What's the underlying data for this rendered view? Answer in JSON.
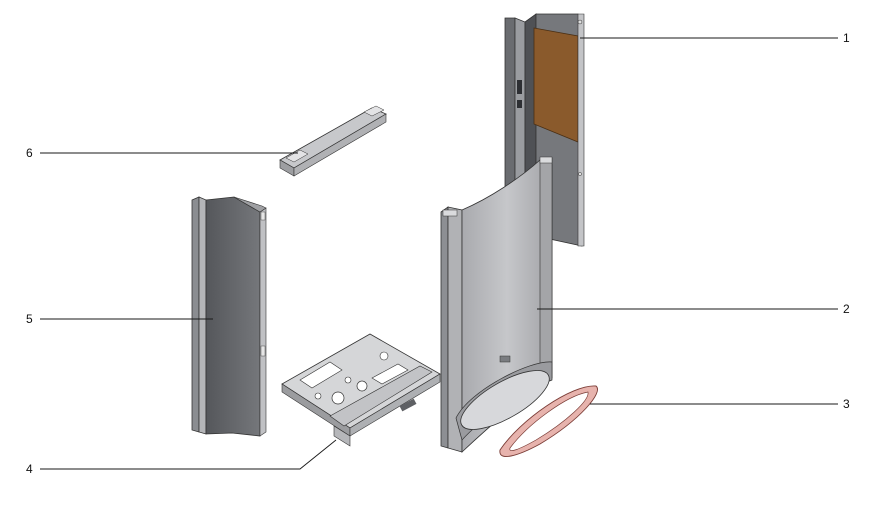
{
  "diagram": {
    "callouts": [
      {
        "id": "1",
        "label": "1"
      },
      {
        "id": "2",
        "label": "2"
      },
      {
        "id": "3",
        "label": "3"
      },
      {
        "id": "4",
        "label": "4"
      },
      {
        "id": "5",
        "label": "5"
      },
      {
        "id": "6",
        "label": "6"
      }
    ],
    "colors": {
      "panel_gray": "#7d7f84",
      "panel_dark": "#5d5f63",
      "panel_light": "#c9cacd",
      "front_light": "#b9babd",
      "insulation": "#8a5a2c",
      "gasket": "#e7b3ad",
      "line": "#1a1a1a"
    }
  }
}
